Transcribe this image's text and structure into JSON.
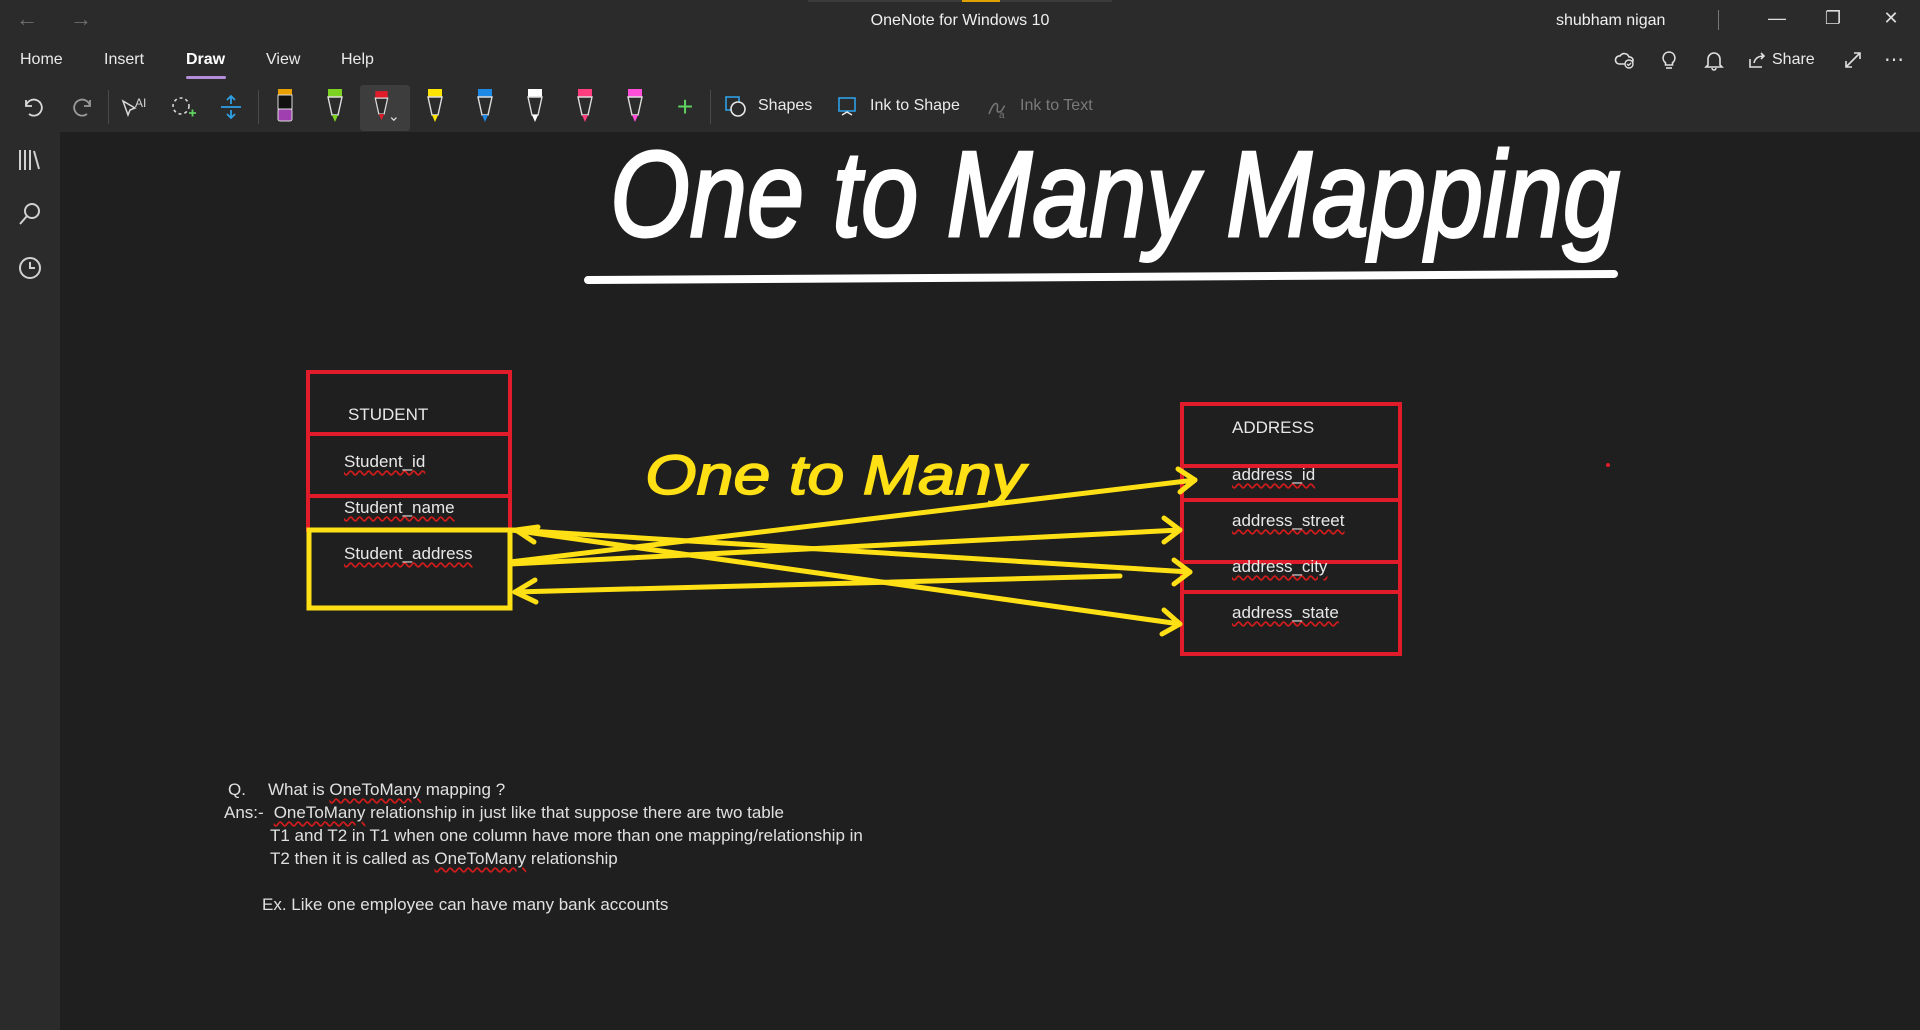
{
  "window": {
    "title": "OneNote for Windows 10",
    "user": "shubham nigan",
    "back_glyph": "←",
    "forward_glyph": "→",
    "minimize_glyph": "—",
    "restore_glyph": "❐",
    "close_glyph": "✕"
  },
  "menu": {
    "tabs": [
      "Home",
      "Insert",
      "Draw",
      "View",
      "Help"
    ],
    "active_tab": "Draw",
    "share_label": "Share",
    "more_glyph": "⋯"
  },
  "toolbar": {
    "shapes_label": "Shapes",
    "ink_to_shape_label": "Ink to Shape",
    "ink_to_text_label": "Ink to Text",
    "add_glyph": "+",
    "pens": [
      {
        "name": "pen-black-purple",
        "color": "#111111",
        "cap": "#e8a000",
        "body": "#a040b0"
      },
      {
        "name": "highlighter-green",
        "color": "#7dd321"
      },
      {
        "name": "pen-red",
        "color": "#e01c2a"
      },
      {
        "name": "highlighter-yellow",
        "color": "#ffe500"
      },
      {
        "name": "pen-blue",
        "color": "#1e88e5"
      },
      {
        "name": "pen-white",
        "color": "#ffffff"
      },
      {
        "name": "pen-pink",
        "color": "#ff3d7f"
      },
      {
        "name": "highlighter-magenta",
        "color": "#ff4fd8"
      }
    ]
  },
  "page": {
    "heading": "One to Many Mapping",
    "annotation": "One to Many",
    "student_table": {
      "header": "STUDENT",
      "rows": [
        "Student_id",
        "Student_name",
        "Student_address"
      ]
    },
    "address_table": {
      "header": "ADDRESS",
      "rows": [
        "address_id",
        "address_street",
        "address_city",
        "address_state"
      ]
    },
    "qa": {
      "q_label": "Q.",
      "q_prefix": "What is ",
      "q_term": "OneToMany",
      "q_suffix": " mapping ?",
      "a_label": "Ans:-",
      "a_term": "OneToMany",
      "a_line1_rest": " relationship in just like that suppose there are two table",
      "a_line2": "T1 and T2 in T1 when one column have more than one mapping/relationship in",
      "a_line3_prefix": "T2 then it is called as ",
      "a_line3_term": "OneToMany",
      "a_line3_suffix": " relationship",
      "example": "Ex. Like one employee can have many bank accounts"
    },
    "colors": {
      "ink_white": "#ffffff",
      "ink_red": "#e01c2a",
      "ink_yellow": "#ffe014",
      "accent": "#b48ddb"
    }
  }
}
